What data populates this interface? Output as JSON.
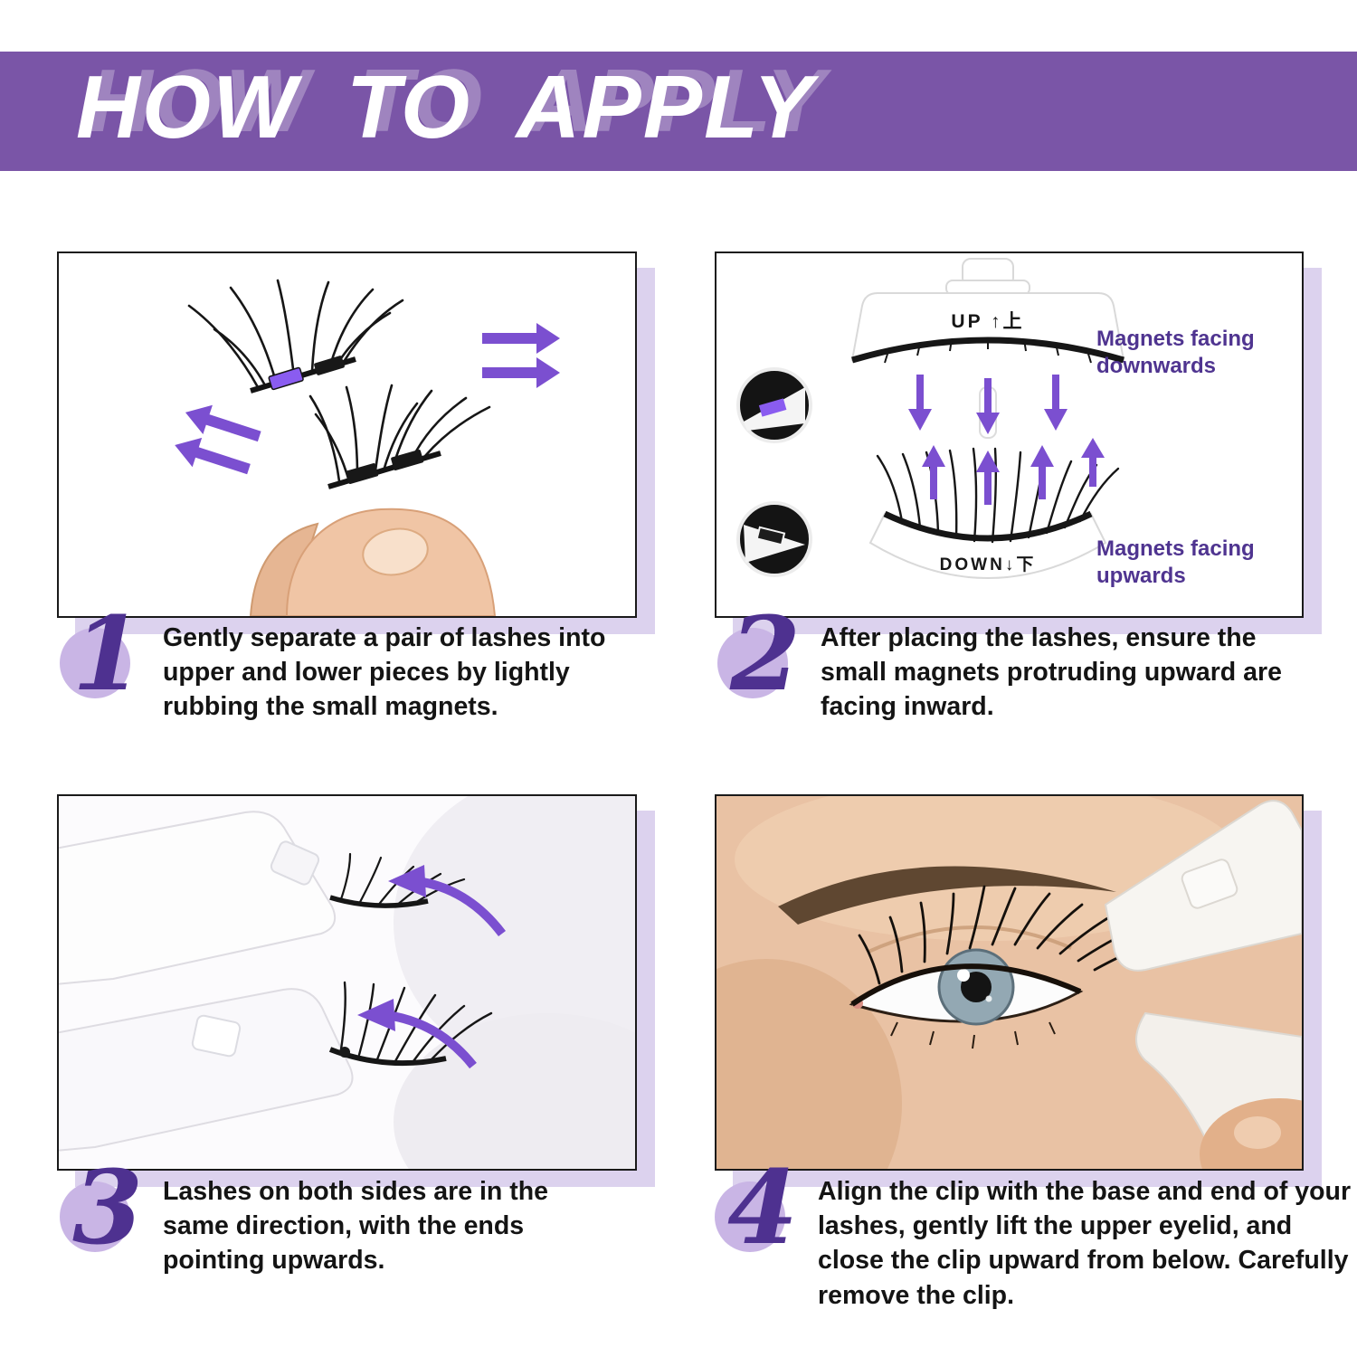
{
  "title": "HOW TO APPLY",
  "steps": [
    {
      "number": "1",
      "text": "Gently separate a pair of lashes into upper and lower pieces by lightly rubbing the small magnets."
    },
    {
      "number": "2",
      "text": "After placing the lashes, ensure the small magnets protruding upward are facing inward."
    },
    {
      "number": "3",
      "text": "Lashes on both sides are in the same direction, with the ends pointing upwards."
    },
    {
      "number": "4",
      "text": "Align the clip with the base and end of your lashes, gently lift the upper eyelid, and close the clip upward from below. Carefully remove the clip."
    }
  ],
  "applicator": {
    "up_label": "UP ↑上",
    "down_label": "DOWN↓下",
    "magnet_note_top": "Magnets facing downwards",
    "magnet_note_bottom": "Magnets facing upwards"
  },
  "colors": {
    "banner_purple": "#7a55a7",
    "accent_purple": "#4f3490",
    "arrow_purple": "#7b4fd0",
    "panel_shadow": "#dcd2ee",
    "number_circle": "#c9b5e5",
    "magnet_purple": "#8a5cf0"
  }
}
